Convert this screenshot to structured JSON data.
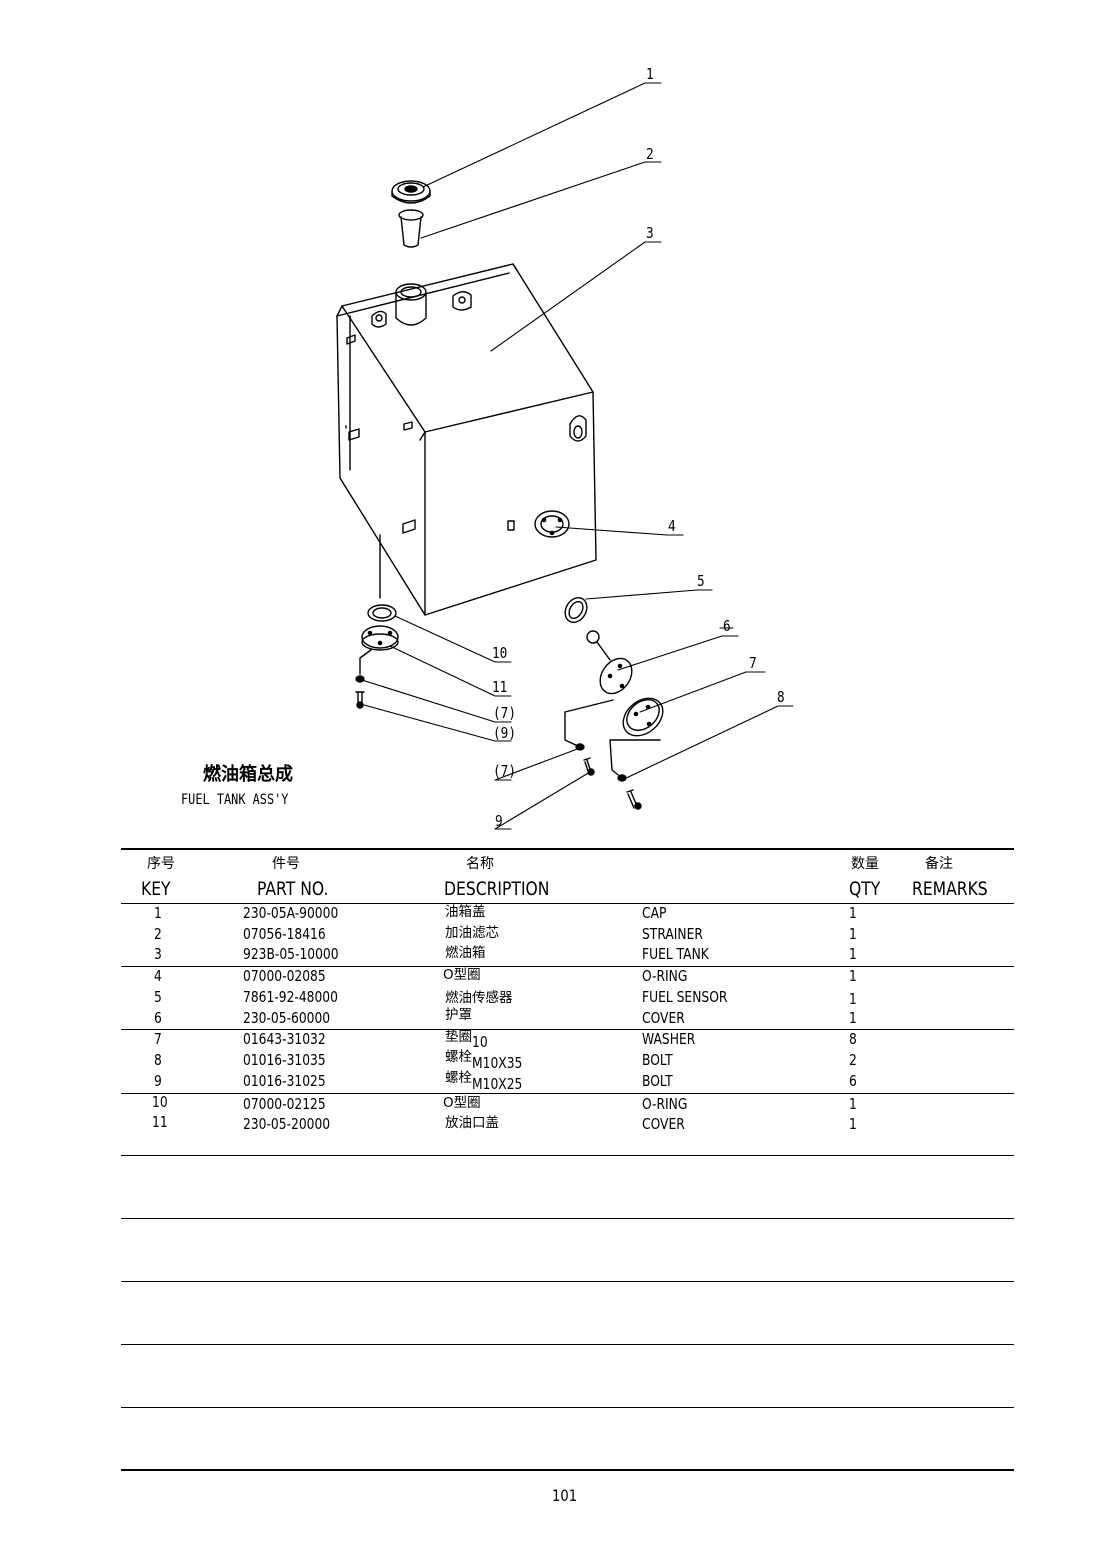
{
  "diagram": {
    "callouts": [
      "1",
      "2",
      "3",
      "4",
      "5",
      "6",
      "7",
      "8",
      "10",
      "11",
      "(7)",
      "(9)",
      "(7)",
      "9"
    ],
    "title_zh": "燃油箱总成",
    "title_en": "FUEL TANK ASS'Y"
  },
  "table": {
    "headers_zh": {
      "key": "序号",
      "part_no": "件号",
      "description": "名称",
      "qty": "数量",
      "remarks": "备注"
    },
    "headers_en": {
      "key": "KEY",
      "part_no": "PART NO.",
      "description": "DESCRIPTION",
      "qty": "QTY",
      "remarks": "REMARKS"
    },
    "rows": [
      {
        "key": "1",
        "part_no": "230-05A-90000",
        "desc_zh": "油箱盖",
        "desc_en": "CAP",
        "qty": "1"
      },
      {
        "key": "2",
        "part_no": "07056-18416",
        "desc_zh": "加油滤芯",
        "desc_en": "STRAINER",
        "qty": "1"
      },
      {
        "key": "3",
        "part_no": "923B-05-10000",
        "desc_zh": "燃油箱",
        "desc_en": "FUEL TANK",
        "qty": "1"
      },
      {
        "key": "4",
        "part_no": "07000-02085",
        "desc_zh": "O型圈",
        "desc_en": "O-RING",
        "qty": "1"
      },
      {
        "key": "5",
        "part_no": "7861-92-48000",
        "desc_zh": "燃油传感器",
        "desc_en": "FUEL SENSOR",
        "qty": "1"
      },
      {
        "key": "6",
        "part_no": "230-05-60000",
        "desc_zh": "护罩",
        "desc_en": "COVER",
        "qty": "1"
      },
      {
        "key": "7",
        "part_no": "01643-31032",
        "desc_zh": "垫圈",
        "desc_spec": "10",
        "desc_en": "WASHER",
        "qty": "8"
      },
      {
        "key": "8",
        "part_no": "01016-31035",
        "desc_zh": "螺栓",
        "desc_spec": "M10X35",
        "desc_en": "BOLT",
        "qty": "2"
      },
      {
        "key": "9",
        "part_no": "01016-31025",
        "desc_zh": "螺栓",
        "desc_spec": "M10X25",
        "desc_en": "BOLT",
        "qty": "6"
      },
      {
        "key": "10",
        "part_no": "07000-02125",
        "desc_zh": "O型圈",
        "desc_en": "O-RING",
        "qty": "1"
      },
      {
        "key": "11",
        "part_no": "230-05-20000",
        "desc_zh": "放油口盖",
        "desc_en": "COVER",
        "qty": "1"
      }
    ]
  },
  "page_number": "101"
}
